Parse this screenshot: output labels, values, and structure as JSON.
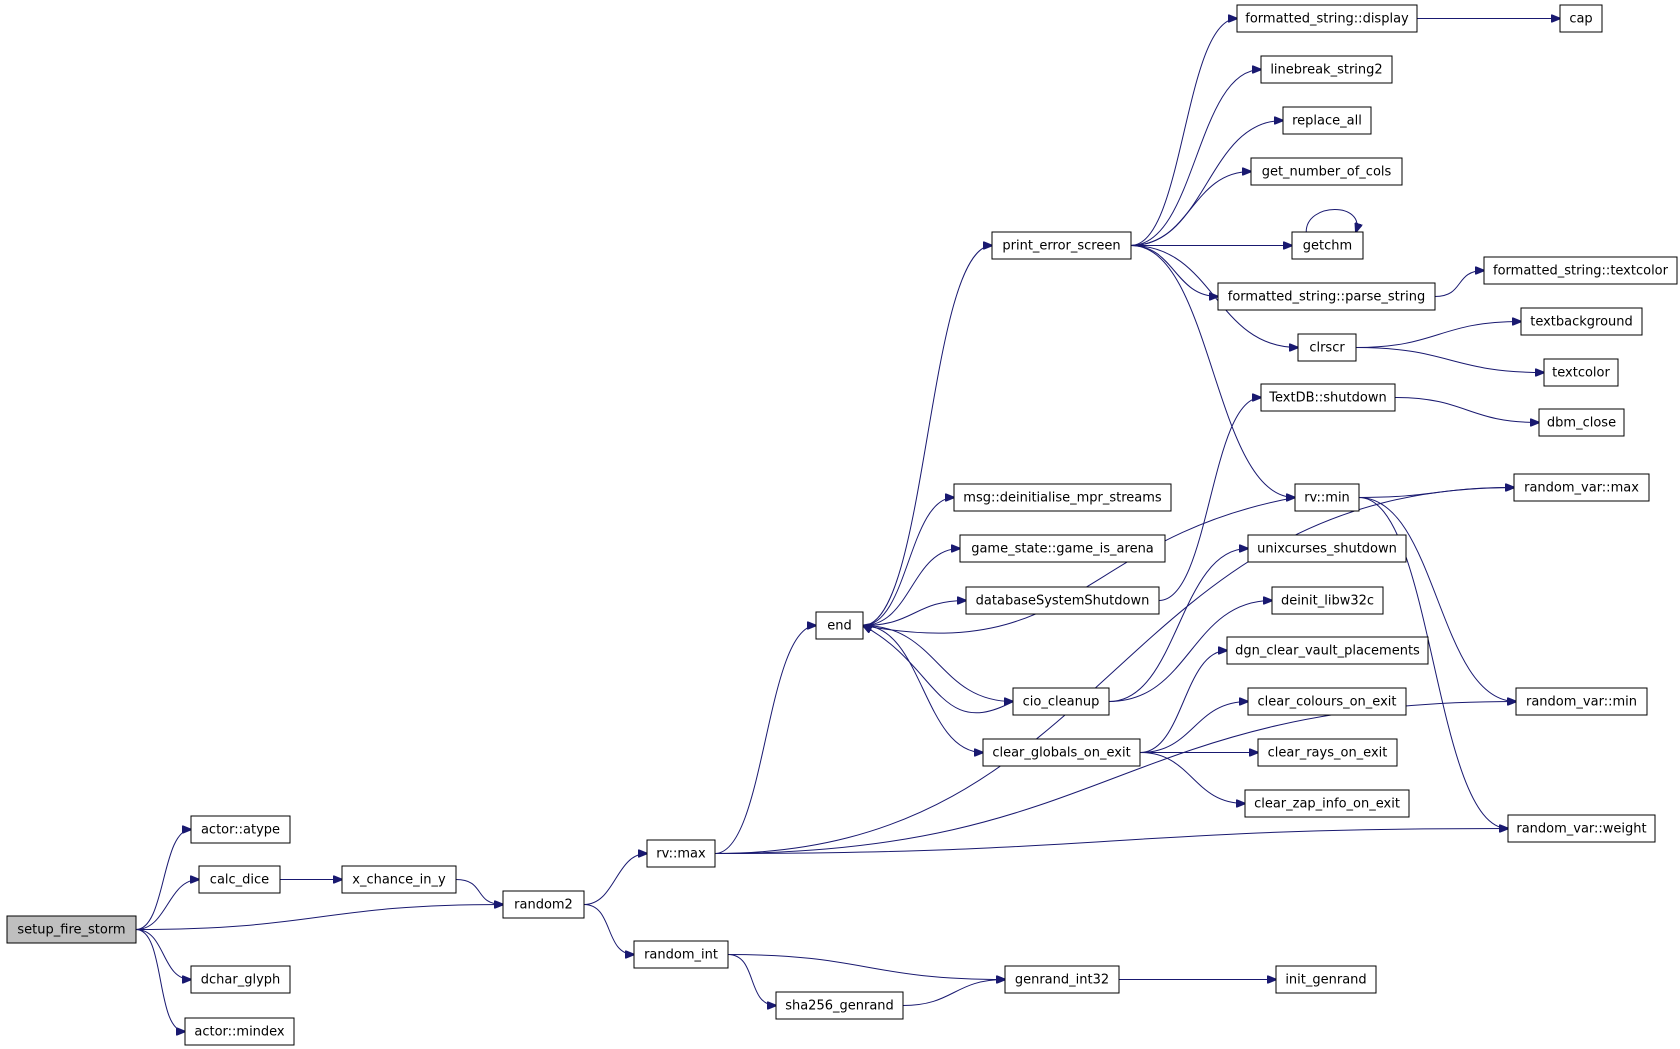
{
  "graph": {
    "edge_color": "#191970",
    "root_fill": "#bfbfbf",
    "nodes": {
      "setup_fire_storm": "setup_fire_storm",
      "actor_atype": "actor::atype",
      "calc_dice": "calc_dice",
      "dchar_glyph": "dchar_glyph",
      "actor_mindex": "actor::mindex",
      "x_chance_in_y": "x_chance_in_y",
      "random2": "random2",
      "rv_max": "rv::max",
      "random_int": "random_int",
      "sha256_genrand": "sha256_genrand",
      "genrand_int32": "genrand_int32",
      "init_genrand": "init_genrand",
      "end": "end",
      "print_error_screen": "print_error_screen",
      "formatted_string_display": "formatted_string::display",
      "cap": "cap",
      "linebreak_string2": "linebreak_string2",
      "replace_all": "replace_all",
      "get_number_of_cols": "get_number_of_cols",
      "getchm": "getchm",
      "formatted_string_parse_string": "formatted_string::parse_string",
      "formatted_string_textcolor": "formatted_string::textcolor",
      "clrscr": "clrscr",
      "textbackground": "textbackground",
      "textcolor": "textcolor",
      "textdb_shutdown": "TextDB::shutdown",
      "dbm_close": "dbm_close",
      "rv_min": "rv::min",
      "random_var_max": "random_var::max",
      "msg_deinitialise_mpr_streams": "msg::deinitialise_mpr_streams",
      "game_state_game_is_arena": "game_state::game_is_arena",
      "database_system_shutdown": "databaseSystemShutdown",
      "unixcurses_shutdown": "unixcurses_shutdown",
      "deinit_libw32c": "deinit_libw32c",
      "dgn_clear_vault_placements": "dgn_clear_vault_placements",
      "cio_cleanup": "cio_cleanup",
      "clear_colours_on_exit": "clear_colours_on_exit",
      "clear_globals_on_exit": "clear_globals_on_exit",
      "clear_rays_on_exit": "clear_rays_on_exit",
      "clear_zap_info_on_exit": "clear_zap_info_on_exit",
      "random_var_min": "random_var::min",
      "random_var_weight": "random_var::weight"
    },
    "edges": [
      [
        "setup_fire_storm",
        "actor_atype"
      ],
      [
        "setup_fire_storm",
        "calc_dice"
      ],
      [
        "setup_fire_storm",
        "random2"
      ],
      [
        "setup_fire_storm",
        "dchar_glyph"
      ],
      [
        "setup_fire_storm",
        "actor_mindex"
      ],
      [
        "calc_dice",
        "x_chance_in_y"
      ],
      [
        "x_chance_in_y",
        "random2"
      ],
      [
        "random2",
        "rv_max"
      ],
      [
        "random2",
        "random_int"
      ],
      [
        "random_int",
        "genrand_int32"
      ],
      [
        "random_int",
        "sha256_genrand"
      ],
      [
        "sha256_genrand",
        "genrand_int32"
      ],
      [
        "genrand_int32",
        "init_genrand"
      ],
      [
        "rv_max",
        "end"
      ],
      [
        "rv_max",
        "random_var_max"
      ],
      [
        "rv_max",
        "random_var_min"
      ],
      [
        "rv_max",
        "random_var_weight"
      ],
      [
        "end",
        "print_error_screen"
      ],
      [
        "end",
        "msg_deinitialise_mpr_streams"
      ],
      [
        "end",
        "game_state_game_is_arena"
      ],
      [
        "end",
        "database_system_shutdown"
      ],
      [
        "end",
        "cio_cleanup"
      ],
      [
        "end",
        "clear_globals_on_exit"
      ],
      [
        "print_error_screen",
        "formatted_string_display"
      ],
      [
        "print_error_screen",
        "linebreak_string2"
      ],
      [
        "print_error_screen",
        "replace_all"
      ],
      [
        "print_error_screen",
        "get_number_of_cols"
      ],
      [
        "print_error_screen",
        "getchm"
      ],
      [
        "print_error_screen",
        "formatted_string_parse_string"
      ],
      [
        "print_error_screen",
        "clrscr"
      ],
      [
        "print_error_screen",
        "rv_min"
      ],
      [
        "formatted_string_display",
        "cap"
      ],
      [
        "formatted_string_parse_string",
        "formatted_string_textcolor"
      ],
      [
        "getchm",
        "getchm"
      ],
      [
        "clrscr",
        "textbackground"
      ],
      [
        "clrscr",
        "textcolor"
      ],
      [
        "database_system_shutdown",
        "textdb_shutdown"
      ],
      [
        "textdb_shutdown",
        "dbm_close"
      ],
      [
        "rv_min",
        "end"
      ],
      [
        "rv_min",
        "random_var_max"
      ],
      [
        "rv_min",
        "random_var_min"
      ],
      [
        "rv_min",
        "random_var_weight"
      ],
      [
        "cio_cleanup",
        "end"
      ],
      [
        "cio_cleanup",
        "unixcurses_shutdown"
      ],
      [
        "cio_cleanup",
        "deinit_libw32c"
      ],
      [
        "clear_globals_on_exit",
        "dgn_clear_vault_placements"
      ],
      [
        "clear_globals_on_exit",
        "clear_colours_on_exit"
      ],
      [
        "clear_globals_on_exit",
        "clear_rays_on_exit"
      ],
      [
        "clear_globals_on_exit",
        "clear_zap_info_on_exit"
      ]
    ]
  }
}
